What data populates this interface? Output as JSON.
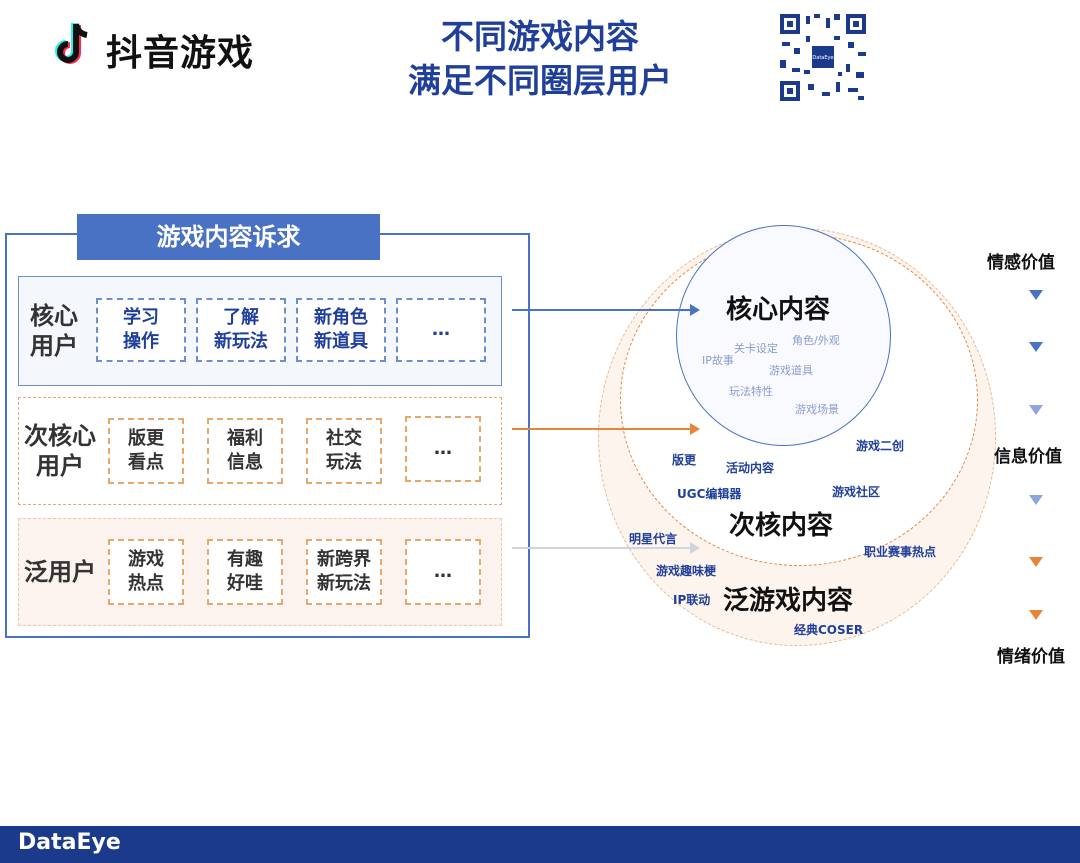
{
  "header": {
    "brand": "抖音游戏",
    "title_lines": [
      "不同游戏内容",
      "满足不同圈层用户"
    ],
    "qr_label": "DataEye"
  },
  "panel": {
    "title": "游戏内容诉求",
    "rows": [
      {
        "label": "核心\n用户",
        "items": [
          "学习\n操作",
          "了解\n新玩法",
          "新角色\n新道具",
          "…"
        ]
      },
      {
        "label": "次核心\n用户",
        "items": [
          "版更\n看点",
          "福利\n信息",
          "社交\n玩法",
          "…"
        ]
      },
      {
        "label": "泛用户",
        "items": [
          "游戏\n热点",
          "有趣\n好哇",
          "新跨界\n新玩法",
          "…"
        ]
      }
    ]
  },
  "circles": {
    "core": {
      "title": "核心内容",
      "tags": [
        "关卡设定",
        "角色/外观",
        "IP故事",
        "游戏道具",
        "玩法特性",
        "游戏场景"
      ]
    },
    "subcore": {
      "title": "次核内容",
      "tags": [
        "游戏二创",
        "版更",
        "活动内容",
        "UGC编辑器",
        "游戏社区"
      ]
    },
    "pan": {
      "title": "泛游戏内容",
      "tags": [
        "明星代言",
        "职业赛事热点",
        "游戏趣味梗",
        "IP联动",
        "经典COSER"
      ]
    }
  },
  "values": [
    "情感价值",
    "信息价值",
    "情绪价值"
  ],
  "colors": {
    "blue": "#4a72c4",
    "dark_blue": "#1f3f9a",
    "orange": "#e8843a",
    "footer": "#1b3a8c"
  },
  "footer": {
    "brand": "DataEye"
  }
}
